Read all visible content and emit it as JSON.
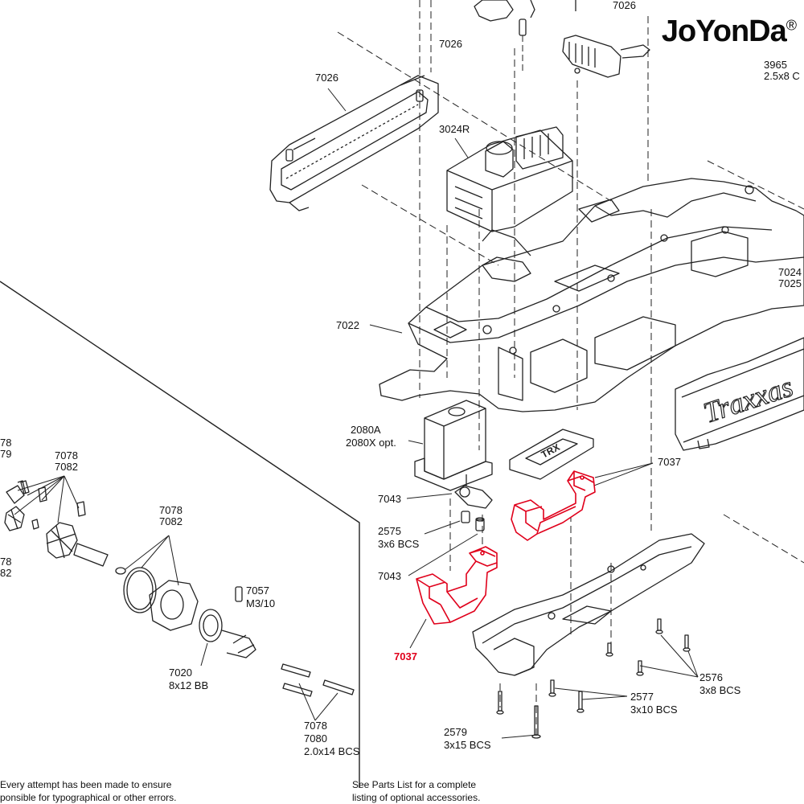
{
  "brand": {
    "name": "JoYonDa",
    "mark": "®"
  },
  "labels": {
    "l7026_top": "7026",
    "l7026_cut": "7026",
    "l7026_left": "7026",
    "l3965": "3965",
    "l3965_sub": "2.5x8 C",
    "l3024r": "3024R",
    "l7024": "7024",
    "l7025": "7025",
    "l7022": "7022",
    "l2080a": "2080A",
    "l2080x": "2080X opt.",
    "l7037_right": "7037",
    "l7043_a": "7043",
    "l2575": "2575",
    "l2575_sub": "3x6 BCS",
    "l7043_b": "7043",
    "l7037_red": "7037",
    "l2576": "2576",
    "l2576_sub": "3x8 BCS",
    "l2577": "2577",
    "l2577_sub": "3x10 BCS",
    "l2579": "2579",
    "l2579_sub": "3x15 BCS",
    "l78_a": "78",
    "l79": "79",
    "l7078_a": "7078",
    "l7082_a": "7082",
    "l7078_b": "7078",
    "l7082_b": "7082",
    "l78_b": "78",
    "l82": "82",
    "l7057": "7057",
    "l7057_sub": "M3/10",
    "l7020": "7020",
    "l7020_sub": "8x12 BB",
    "l7078_c": "7078",
    "l7080": "7080",
    "l7078_c_sub": "2.0x14 BCS"
  },
  "notes": {
    "left_1": "Every attempt has been made to ensure",
    "left_2": "ponsible for typographical or other errors.",
    "right_1": "See Parts List for a complete",
    "right_2": "listing of optional accessories."
  },
  "colors": {
    "highlight": "#e0001b",
    "line": "#222222"
  },
  "chassis_logo": "Traxxas"
}
